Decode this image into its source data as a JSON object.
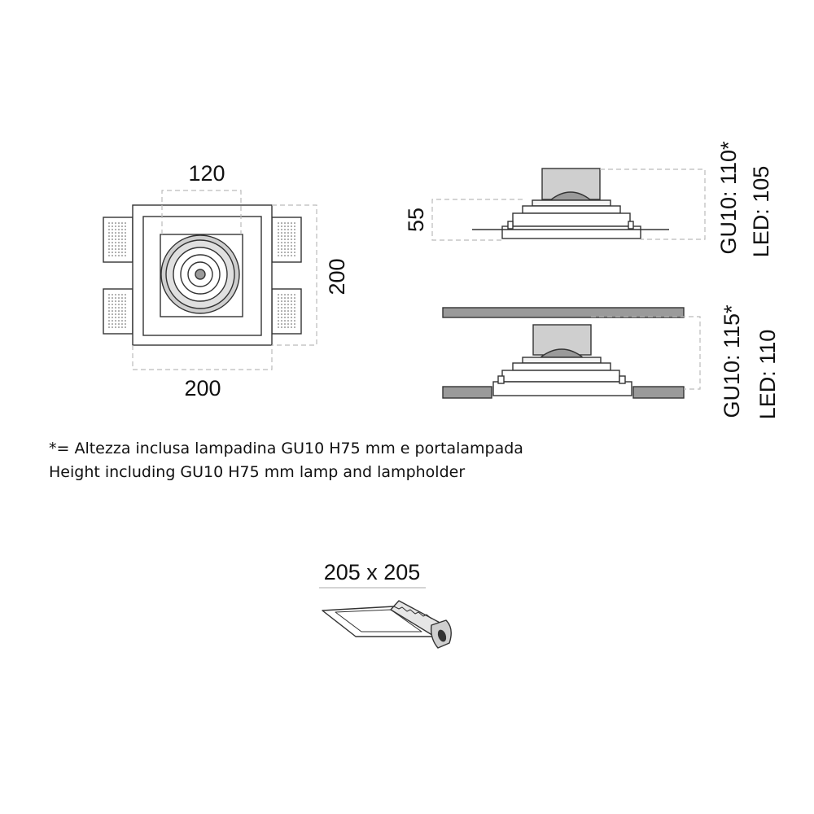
{
  "dimensions": {
    "top_width": "120",
    "side_height": "200",
    "bottom_width": "200",
    "section_depth": "55",
    "height_gu10_a": "GU10: 110*",
    "height_led_a": "LED: 105",
    "height_gu10_b": "GU10: 115*",
    "height_led_b": "LED: 110",
    "cutout": "205 x 205"
  },
  "notes": {
    "italian": "*= Altezza inclusa lampadina GU10 H75 mm e portalampada",
    "english": "Height including GU10 H75 mm lamp and lampholder"
  },
  "colors": {
    "line": "#333333",
    "dashed": "#bbbbbb",
    "fill_gray": "#cfcfcf",
    "fill_dark": "#9a9a9a"
  },
  "icons": {
    "cutout_tool": "saw-cutting-plasterboard-icon"
  }
}
